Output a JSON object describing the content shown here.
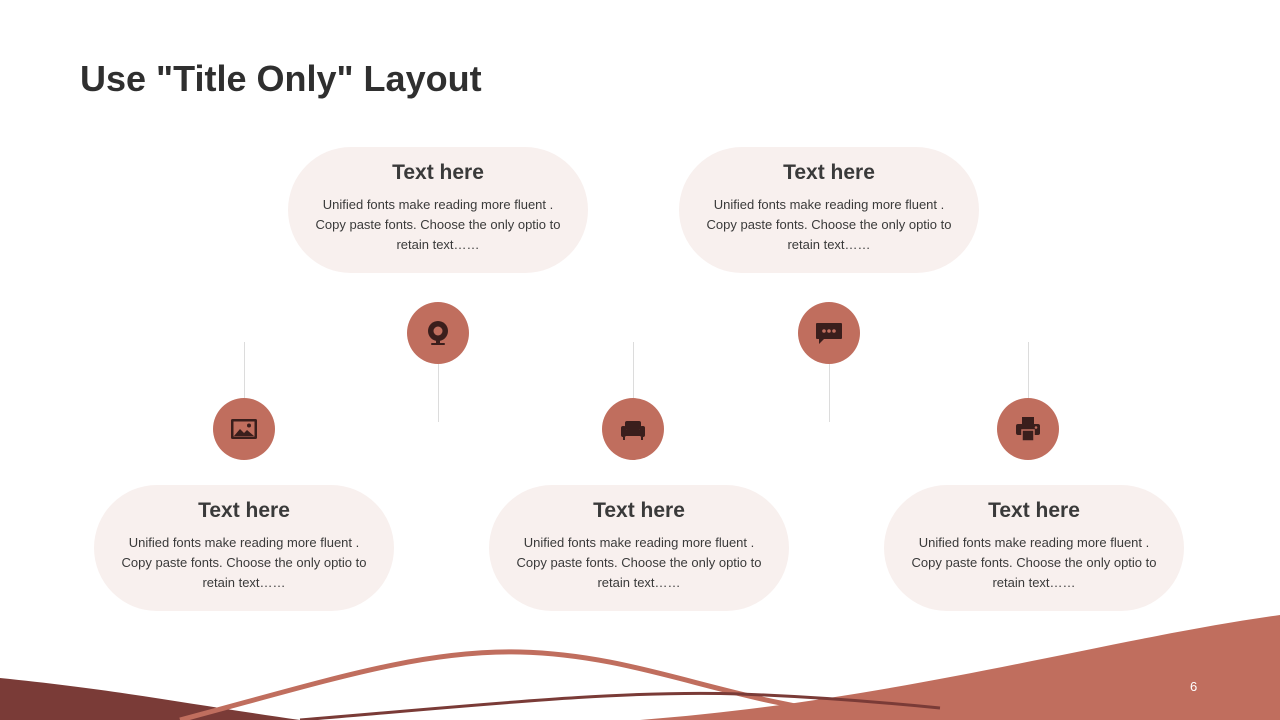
{
  "slide": {
    "title": "Use \"Title Only\" Layout",
    "page_number": "6"
  },
  "colors": {
    "accent": "#c06e5e",
    "accent_dark": "#7a3b37",
    "card_bg": "#f8f0ee",
    "text": "#3a3a3a"
  },
  "cards": [
    {
      "title": "Text here",
      "body": "Unified  fonts make reading more fluent . Copy paste fonts. Choose the only optio to retain text……",
      "icon": "webcam-icon"
    },
    {
      "title": "Text here",
      "body": "Unified  fonts make reading more fluent . Copy paste fonts. Choose the only optio to retain text……",
      "icon": "chat-bubble-icon"
    },
    {
      "title": "Text here",
      "body": "Unified  fonts make reading more fluent . Copy paste fonts. Choose the only optio to retain text……",
      "icon": "image-icon"
    },
    {
      "title": "Text here",
      "body": "Unified  fonts make reading more fluent . Copy paste fonts. Choose the only optio to retain text……",
      "icon": "sofa-icon"
    },
    {
      "title": "Text here",
      "body": "Unified  fonts make reading more fluent . Copy paste fonts. Choose the only optio to retain text……",
      "icon": "printer-icon"
    }
  ]
}
